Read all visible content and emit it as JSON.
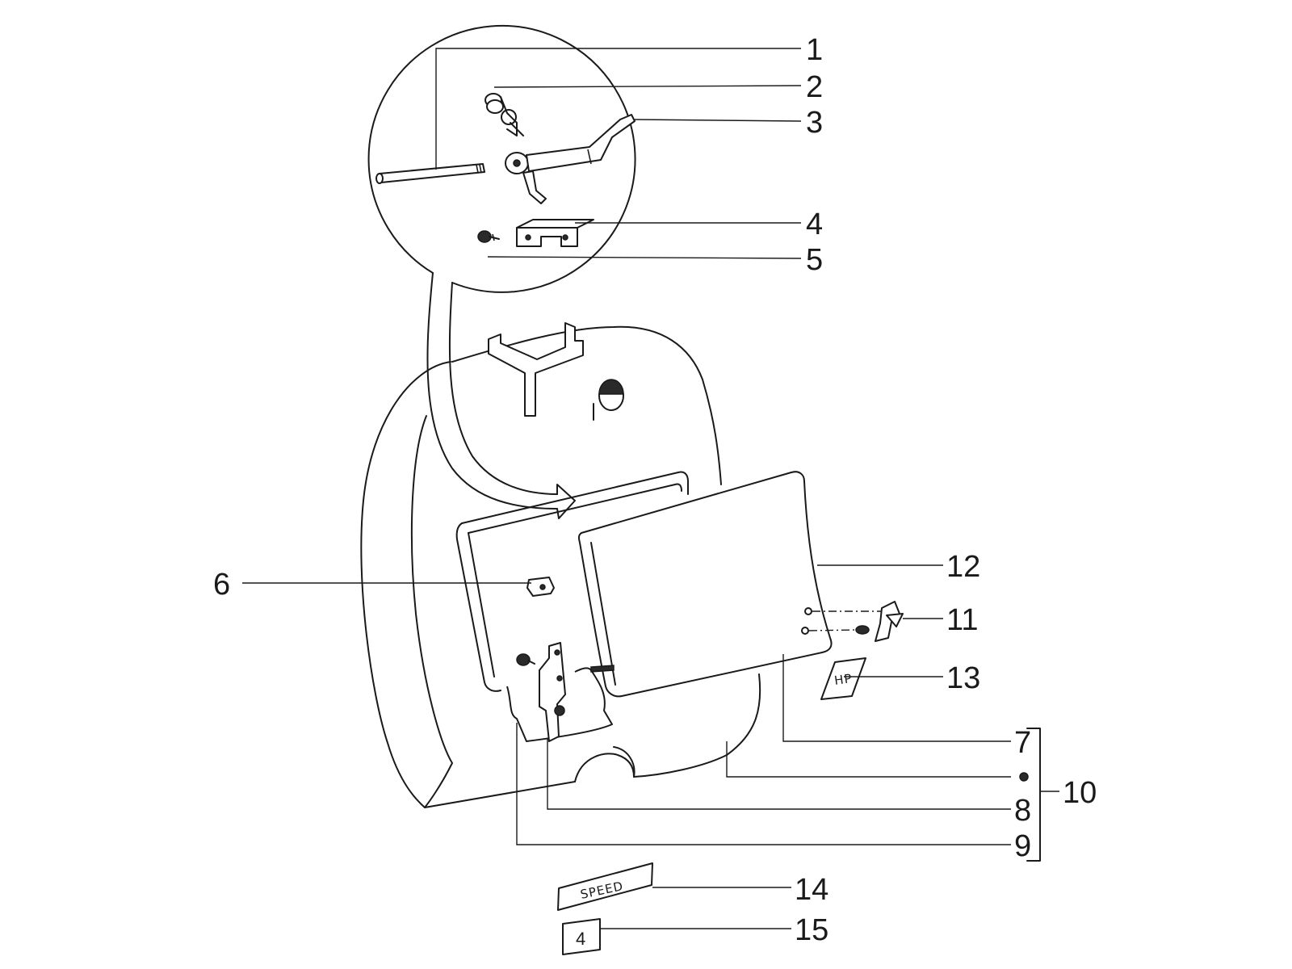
{
  "callouts": {
    "c1": "1",
    "c2": "2",
    "c3": "3",
    "c4": "4",
    "c5": "5",
    "c6": "6",
    "c7": "7",
    "c8": "8",
    "c9": "9",
    "c10": "10",
    "c11": "11",
    "c12": "12",
    "c13": "13",
    "c14": "14",
    "c15": "15"
  },
  "part_labels": {
    "hp_badge": "HP",
    "speed_badge": "SPEED",
    "number_badge": "4"
  }
}
